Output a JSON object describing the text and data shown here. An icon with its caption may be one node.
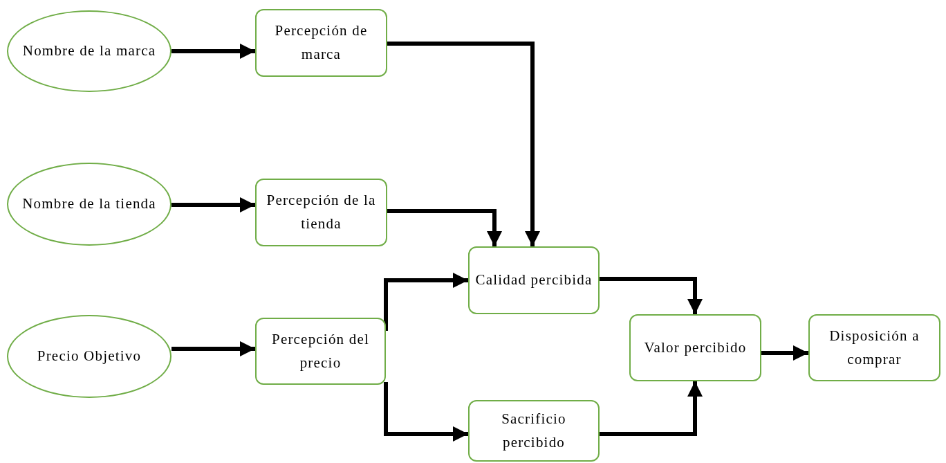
{
  "diagram": {
    "nodes": [
      {
        "text": [
          "Nombre de la marca"
        ]
      },
      {
        "text": [
          "Percepción de marca"
        ]
      },
      {
        "text": [
          "Nombre de la tienda"
        ]
      },
      {
        "text": [
          "Percepción de la tienda"
        ]
      },
      {
        "text": [
          "Precio Objetivo"
        ]
      },
      {
        "text": [
          "Percepción del precio"
        ]
      },
      {
        "text": [
          "Calidad percibida"
        ]
      },
      {
        "text": [
          "Sacrificio percibido"
        ]
      },
      {
        "text": [
          "Valor percibido"
        ]
      },
      {
        "text": [
          "Disposición a comprar"
        ]
      }
    ],
    "edges": [
      {
        "from": 0,
        "to": 1,
        "arrow": "to"
      },
      {
        "from": 2,
        "to": 3,
        "arrow": "to"
      },
      {
        "from": 4,
        "to": 5,
        "arrow": "to"
      },
      {
        "from": 1,
        "to": 6,
        "arrow": "to"
      },
      {
        "from": 3,
        "to": 6,
        "arrow": "to"
      },
      {
        "from": 5,
        "to": 6,
        "arrow": "to"
      },
      {
        "from": 5,
        "to": 7,
        "arrow": "to"
      },
      {
        "from": 6,
        "to": 8,
        "arrow": "to"
      },
      {
        "from": 7,
        "to": 8,
        "arrow": "to"
      },
      {
        "from": 8,
        "to": 9,
        "arrow": "to"
      }
    ]
  }
}
